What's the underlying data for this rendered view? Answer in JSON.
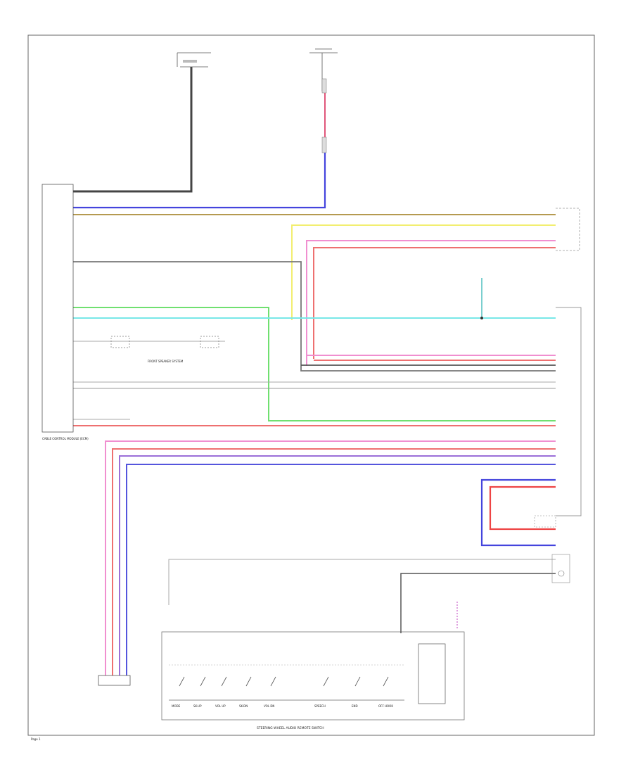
{
  "labels": {
    "module_name": "CABLE CONTROL MODULE (ECM)",
    "front_speaker_group": "FRONT SPEAKER SYSTEM",
    "steering_switch_title": "STEERING WHEEL AUDIO REMOTE SWITCH",
    "sw_mode": "MODE",
    "sw_skip_up": "SK-UP",
    "sw_vol_up": "VOL UP",
    "sw_skip_down": "SK-DN",
    "sw_vol_down": "VOL DN",
    "sw_speech": "SPEECH",
    "sw_end": "END",
    "sw_off_hook": "OFF HOOK",
    "footer_left": "Page 1"
  }
}
